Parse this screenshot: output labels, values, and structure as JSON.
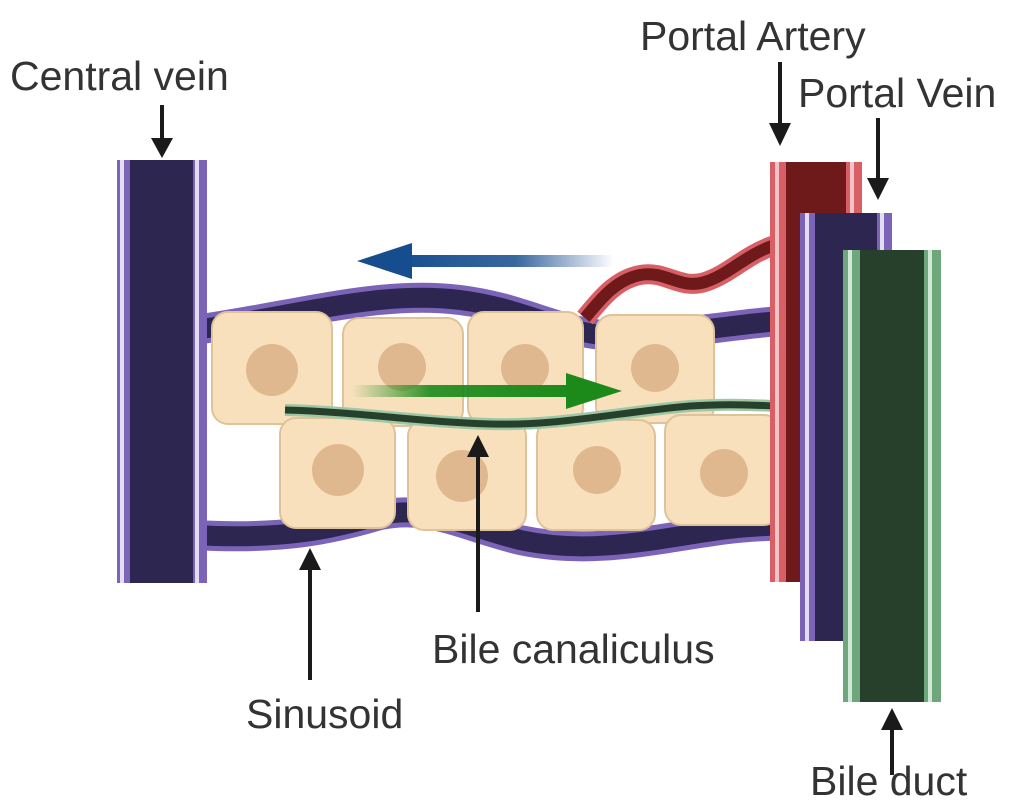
{
  "labels": {
    "central_vein": "Central vein",
    "portal_artery": "Portal Artery",
    "portal_vein": "Portal Vein",
    "bile_canaliculus": "Bile canaliculus",
    "sinusoid": "Sinusoid",
    "bile_duct": "Bile duct"
  },
  "colors": {
    "vein_dark": "#2c2650",
    "vein_edge": "#7b64b8",
    "artery_dark": "#6e1a1a",
    "artery_edge": "#d95f66",
    "duct_dark": "#26402c",
    "duct_edge": "#6fa77c",
    "hepatocyte": "#f8e0bd",
    "hepatocyte_border": "#e0c299",
    "nucleus": "#e0b890",
    "blood_flow_arrow": "#164d8f",
    "bile_flow_arrow": "#1b8a1b",
    "label_arrow": "#1a1a1a"
  }
}
